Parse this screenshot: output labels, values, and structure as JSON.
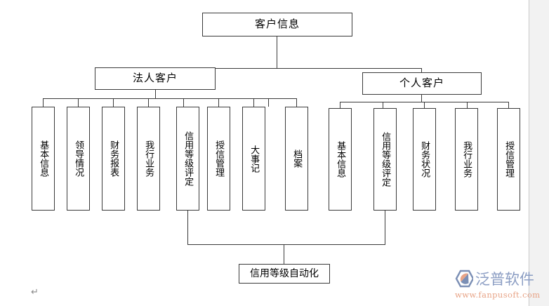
{
  "diagram": {
    "root": {
      "label": "客户信息"
    },
    "branches": [
      {
        "label": "法人客户",
        "children": [
          {
            "label": "基本信息"
          },
          {
            "label": "领导情况"
          },
          {
            "label": "财务报表"
          },
          {
            "label": "我行业务"
          },
          {
            "label": "信用等级评定"
          },
          {
            "label": "授信管理"
          },
          {
            "label": "大事记"
          },
          {
            "label": "档案"
          }
        ]
      },
      {
        "label": "个人客户",
        "children": [
          {
            "label": "基本信息"
          },
          {
            "label": "信用等级评定"
          },
          {
            "label": "财务状况"
          },
          {
            "label": "我行业务"
          },
          {
            "label": "授信管理"
          }
        ]
      }
    ],
    "footer_node": {
      "label": "信用等级自动化"
    }
  },
  "watermark": {
    "brand": "泛普软件",
    "url": "www.fanpusoft.com",
    "brand_color": "#8b9dc3",
    "url_color": "#e8a487",
    "mark_color_primary": "#7b8fb5",
    "mark_color_accent": "#e8a487"
  },
  "editor_marks": {
    "paragraph_mark": "↵"
  },
  "theme": {
    "line_color": "#3a3a3a",
    "box_fill": "#ffffff",
    "page_background": "#ffffff",
    "gutter_fill": "#f2f2f2"
  }
}
